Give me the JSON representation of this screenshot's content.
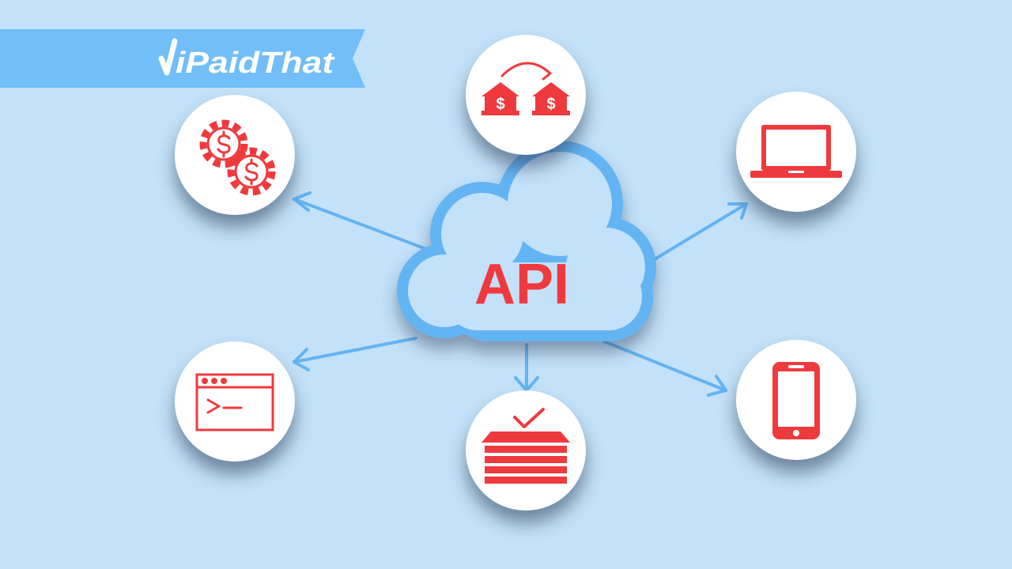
{
  "brand": {
    "logo_text": "iPaidThat",
    "banner_color": "#71bef8"
  },
  "hub": {
    "label": "API",
    "outline_color": "#63b4f3",
    "fill_color": "#c3e1f8",
    "text_color": "#ef3a3d"
  },
  "colors": {
    "background": "#c3e1f8",
    "arrow": "#63b4f3",
    "icon": "#ef3a3d",
    "node_fill": "#ffffff"
  },
  "nodes": [
    {
      "id": "gears",
      "icon": "gears-dollar-icon"
    },
    {
      "id": "bank-transfer",
      "icon": "bank-transfer-icon"
    },
    {
      "id": "laptop",
      "icon": "laptop-icon"
    },
    {
      "id": "terminal",
      "icon": "terminal-window-icon"
    },
    {
      "id": "approved-stack",
      "icon": "approved-stack-icon"
    },
    {
      "id": "smartphone",
      "icon": "smartphone-icon"
    }
  ]
}
